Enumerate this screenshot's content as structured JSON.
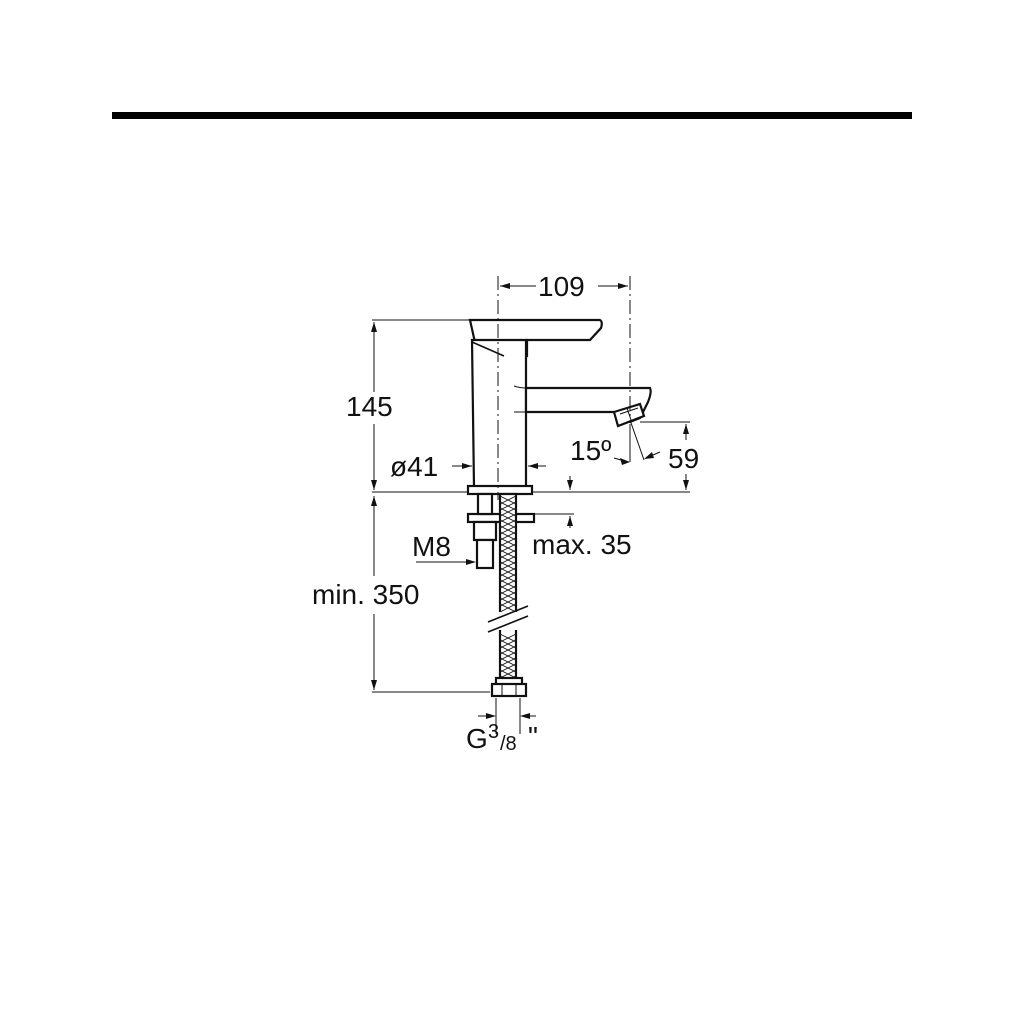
{
  "dimensions": {
    "spout_reach": "109",
    "height": "145",
    "body_diameter": "ø41",
    "spout_angle": "15º",
    "spout_outlet_height": "59",
    "thread": "M8",
    "max_counter_thickness": "max. 35",
    "min_hose_length": "min. 350",
    "connection_main": "G",
    "connection_fraction_num": "3",
    "connection_fraction_den": "/8",
    "connection_inch": "\""
  },
  "colors": {
    "line": "#111111",
    "background": "#ffffff",
    "header_bar": "#000000"
  }
}
